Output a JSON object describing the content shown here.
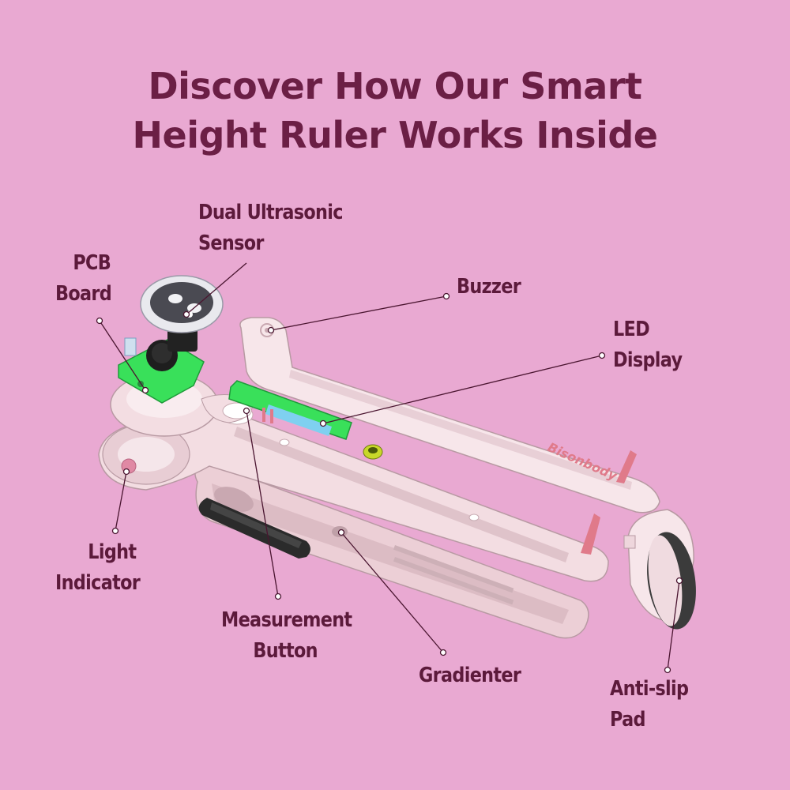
{
  "title": {
    "line1": "Discover How Our Smart",
    "line2": "Height Ruler Works Inside"
  },
  "brand": "Bisonbody",
  "labels": {
    "dual_ultrasonic_sensor": {
      "line1": "Dual Ultrasonic",
      "line2": "Sensor"
    },
    "pcb_board": {
      "line1": "PCB",
      "line2": "Board"
    },
    "buzzer": {
      "line1": "Buzzer"
    },
    "led_display": {
      "line1": "LED",
      "line2": "Display"
    },
    "light_indicator": {
      "line1": "Light",
      "line2": "Indicator"
    },
    "measurement_button": {
      "line1": "Measurement",
      "line2": "Button"
    },
    "gradienter": {
      "line1": "Gradienter"
    },
    "anti_slip_pad": {
      "line1": "Anti-slip",
      "line2": "Pad"
    }
  },
  "colors": {
    "background": "#e9a9d2",
    "title": "#6b1f45",
    "label": "#5c1a3b",
    "body": "#f6e3e6",
    "pcb": "#39e05a",
    "accent": "#e07a8a"
  }
}
